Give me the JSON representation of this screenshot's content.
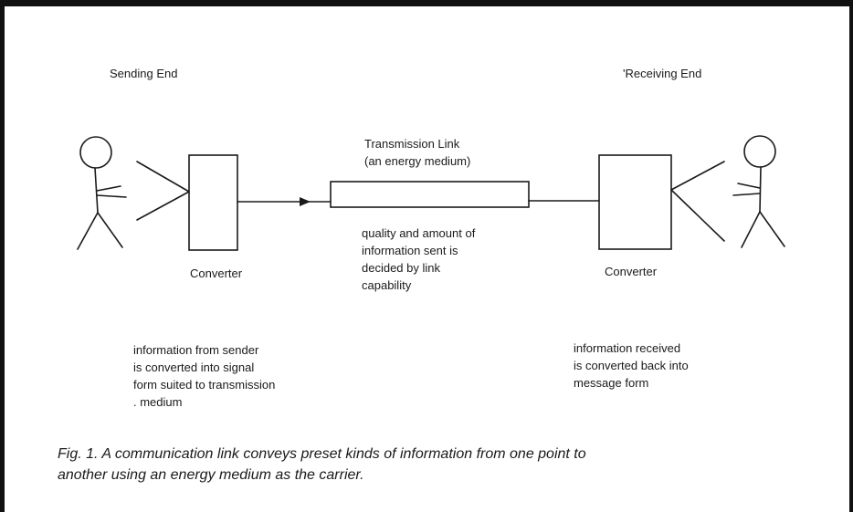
{
  "labels": {
    "sending_end": "Sending End",
    "receiving_end": "'Receiving End",
    "transmission_link": "Transmission Link\n(an energy medium)",
    "quality_note": "quality and amount of\ninformation sent is\ndecided by link\ncapability",
    "converter_left": "Converter",
    "converter_right": "Converter",
    "sender_note": "information from sender\nis converted into signal\nform suited to transmission\n. medium",
    "receiver_note": "information received\nis converted back into\nmessage form"
  },
  "caption": "Fig. 1. A communication link conveys preset kinds of information from one point to\nanother using an energy medium as the carrier."
}
